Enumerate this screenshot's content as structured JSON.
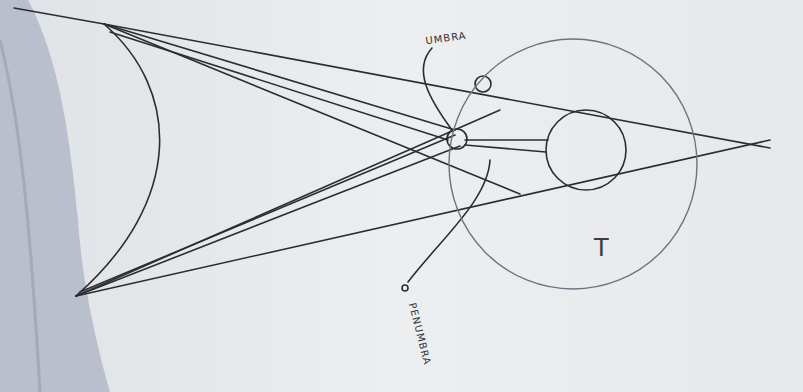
{
  "diagram": {
    "nodes": [
      {
        "text": [
          "T"
        ]
      }
    ],
    "labels": [
      "UMBRA",
      "PENUMBRA"
    ]
  }
}
